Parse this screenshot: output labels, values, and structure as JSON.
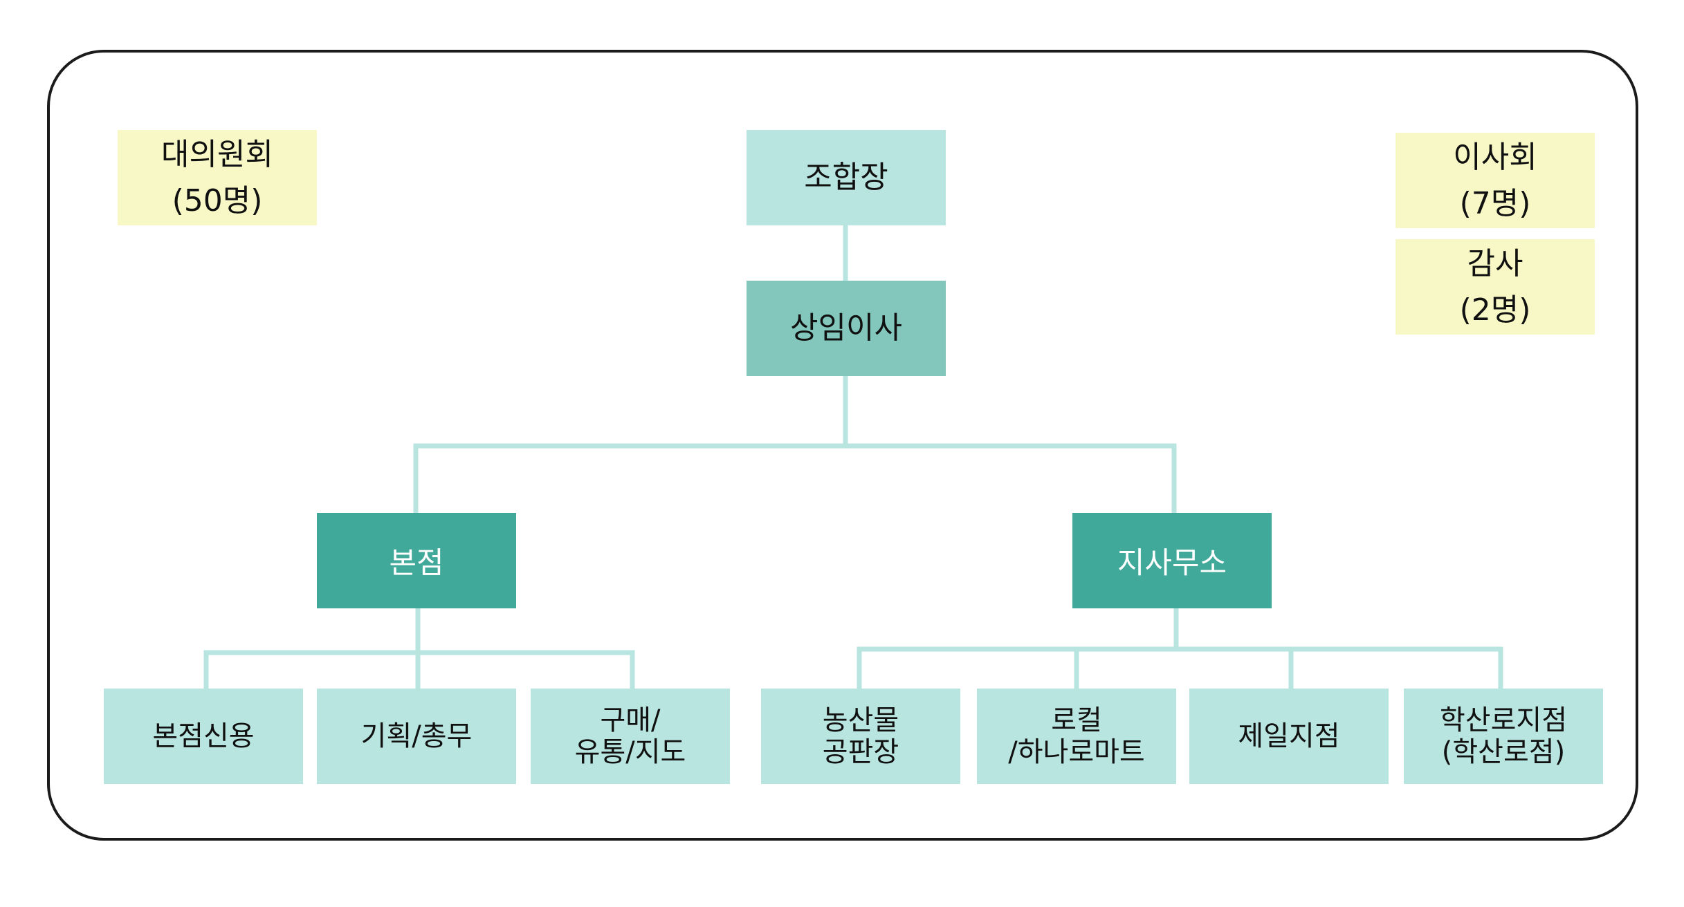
{
  "colors": {
    "frame_border": "#1b1b1b",
    "connector": "#b9e5e0",
    "light_teal": "#b9e5e0",
    "mid_teal": "#83c7bc",
    "dark_teal": "#40a99a",
    "pale_yellow": "#f7f8c5"
  },
  "council": {
    "label": "대의원회\n(50명)"
  },
  "board": {
    "label": "이사회\n(7명)"
  },
  "audit": {
    "label": "감사\n(2명)"
  },
  "head": {
    "label": "조합장"
  },
  "executive": {
    "label": "상임이사"
  },
  "branches": {
    "main": {
      "label": "본점",
      "depts": [
        "본점신용",
        "기획/총무",
        "구매/\n유통/지도"
      ]
    },
    "office": {
      "label": "지사무소",
      "depts": [
        "농산물\n공판장",
        "로컬\n/하나로마트",
        "제일지점",
        "학산로지점\n(학산로점)"
      ]
    }
  }
}
